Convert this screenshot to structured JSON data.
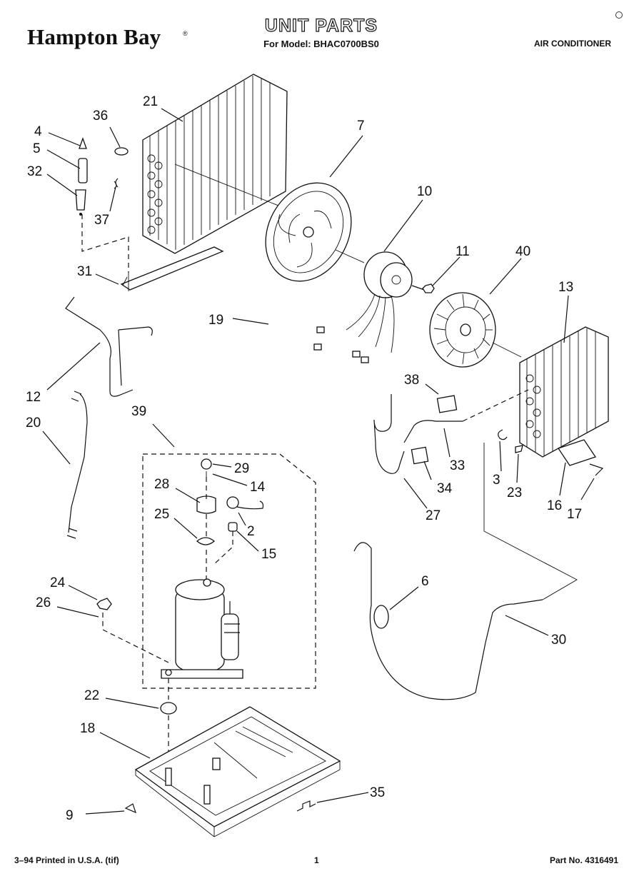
{
  "header": {
    "brand": "Hampton Bay",
    "brand_mark": "®",
    "title": "UNIT PARTS",
    "model_line": "For Model: BHAC0700BS0",
    "product": "AIR CONDITIONER"
  },
  "footer": {
    "print_info": "3–94 Printed in U.S.A. (tif)",
    "page_number": "1",
    "part_number": "Part No. 4316491"
  },
  "callouts": [
    "2",
    "3",
    "4",
    "5",
    "6",
    "7",
    "9",
    "10",
    "11",
    "12",
    "13",
    "14",
    "15",
    "16",
    "17",
    "18",
    "19",
    "20",
    "21",
    "22",
    "23",
    "24",
    "25",
    "26",
    "27",
    "28",
    "29",
    "30",
    "31",
    "32",
    "33",
    "34",
    "35",
    "36",
    "37",
    "38",
    "39",
    "40"
  ]
}
